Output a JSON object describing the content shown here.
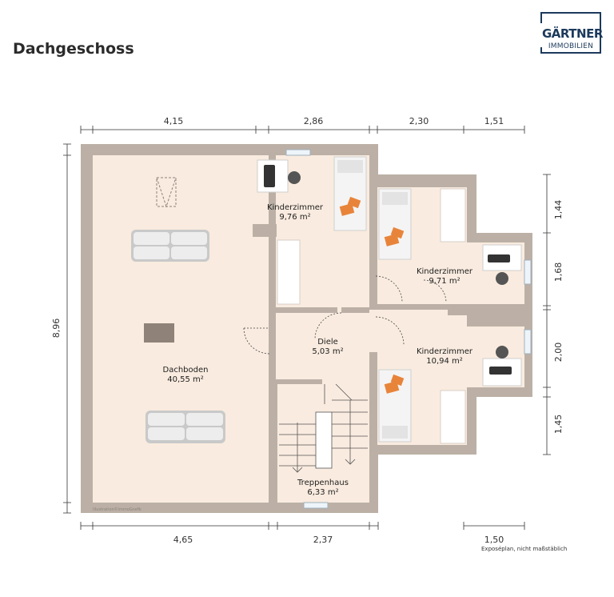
{
  "title": "Dachgeschoss",
  "logo": {
    "name": "GÄRTNER",
    "sub": "IMMOBILIEN"
  },
  "dimensions": {
    "top": [
      "4,15",
      "2,86",
      "2,30",
      "1,51"
    ],
    "bottom": [
      "4,65",
      "2,37",
      "1,50"
    ],
    "left": [
      "8,96"
    ],
    "right": [
      "1,44",
      "1,68",
      "2,00",
      "1,45"
    ]
  },
  "rooms": [
    {
      "name": "Dachboden",
      "area": "40,55 m²"
    },
    {
      "name": "Kinderzimmer",
      "area": "9,76 m²"
    },
    {
      "name": "Kinderzimmer",
      "area": "9,71 m²"
    },
    {
      "name": "Diele",
      "area": "5,03 m²"
    },
    {
      "name": "Kinderzimmer",
      "area": "10,94 m²"
    },
    {
      "name": "Treppenhaus",
      "area": "6,33 m²"
    }
  ],
  "credit": "Illustration©immoGrafik",
  "footnote": "Exposéplan, nicht maßstäblich",
  "colors": {
    "wall": "#bcb0a6",
    "floor": "#f9ebdf",
    "accent": "#e8843a",
    "logo": "#1c3a5c"
  }
}
